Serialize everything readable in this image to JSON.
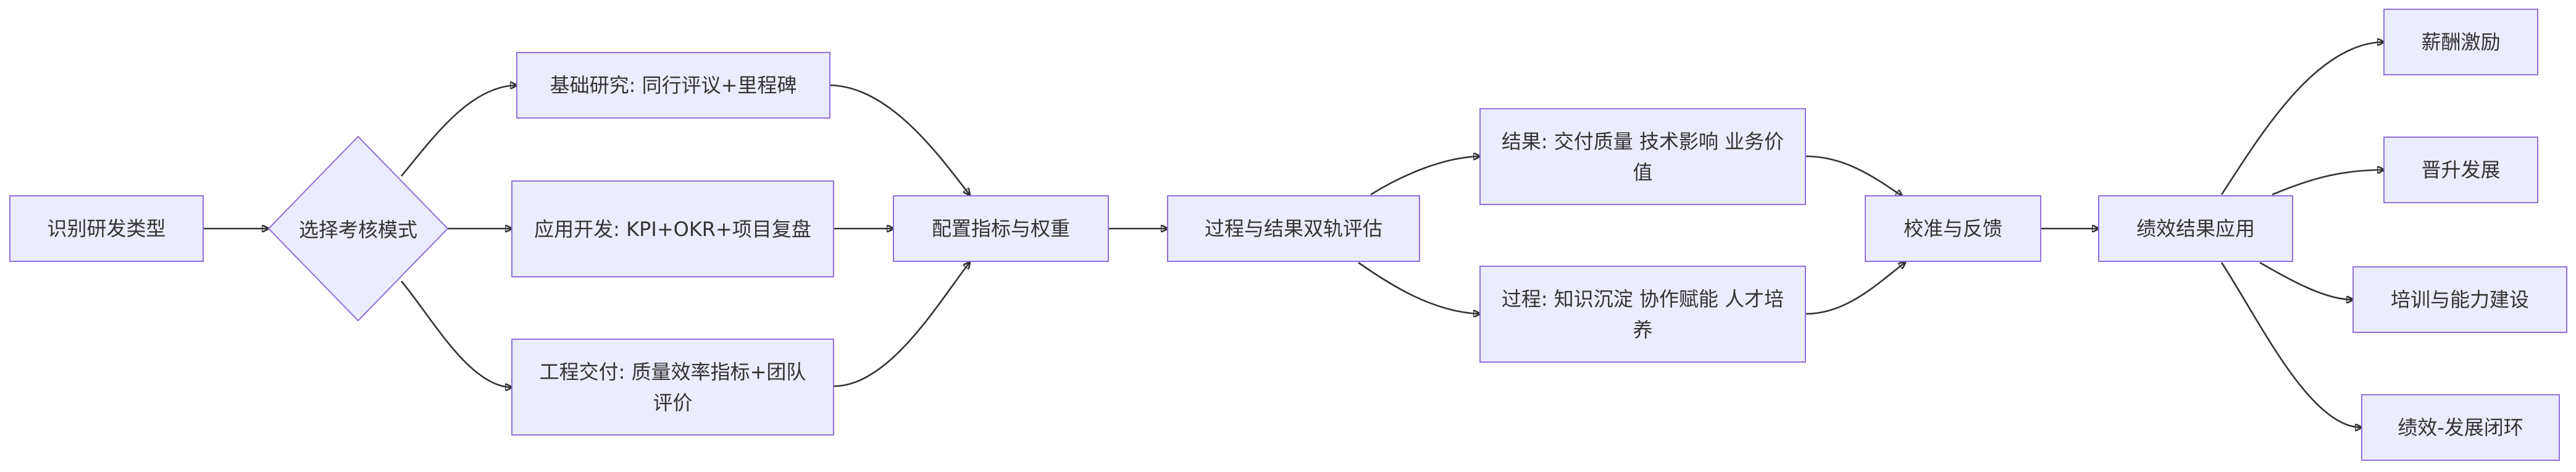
{
  "diagram": {
    "colors": {
      "node_fill": "#ececff",
      "node_stroke": "#9370db",
      "edge": "#333333",
      "text": "#333333"
    },
    "nodes": {
      "n1": "识别研发类型",
      "n2": "选择考核模式",
      "n3": "基础研究: 同行评议+里程碑",
      "n4": "应用开发: KPI+OKR+项目复盘",
      "n5": "工程交付: 质量效率指标+团队评价",
      "n6": "配置指标与权重",
      "n7": "过程与结果双轨评估",
      "n8": "结果: 交付质量 技术影响 业务价值",
      "n9": "过程: 知识沉淀 协作赋能 人才培养",
      "n10": "校准与反馈",
      "n11": "绩效结果应用",
      "n12": "薪酬激励",
      "n13": "晋升发展",
      "n14": "培训与能力建设",
      "n15": "绩效-发展闭环"
    }
  }
}
